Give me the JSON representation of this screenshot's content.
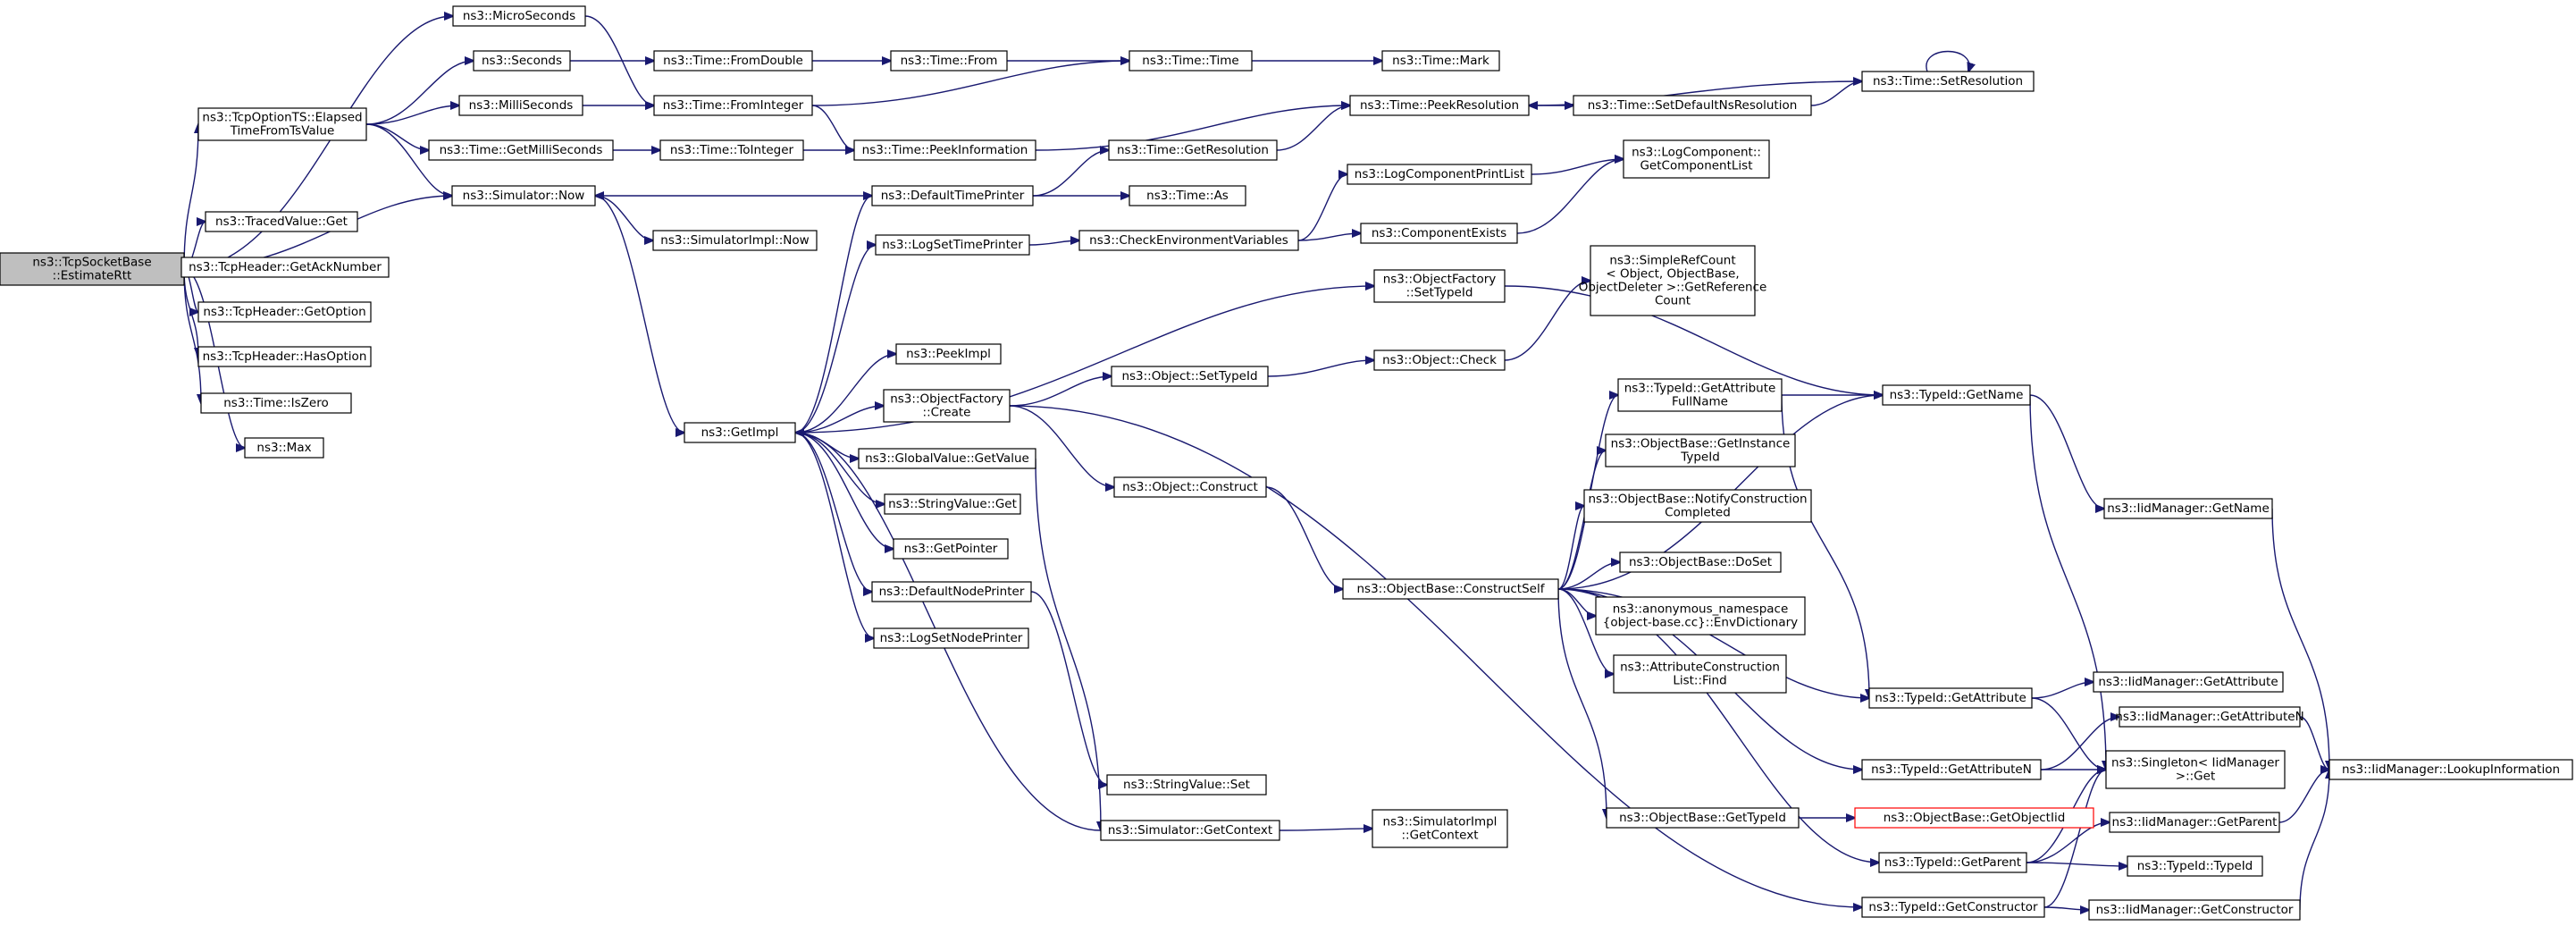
{
  "colors": {
    "edge": "#191970",
    "root_fill": "#bfbfbf",
    "node_fill": "#ffffff",
    "node_border": "#000000",
    "truncated_border": "#ff0000"
  },
  "nodes": {
    "root": [
      "ns3::TcpSocketBase",
      "::EstimateRtt"
    ],
    "micro": [
      "ns3::MicroSeconds"
    ],
    "seconds": [
      "ns3::Seconds"
    ],
    "fromdouble": [
      "ns3::Time::FromDouble"
    ],
    "from": [
      "ns3::Time::From"
    ],
    "timetime": [
      "ns3::Time::Time"
    ],
    "mark": [
      "ns3::Time::Mark"
    ],
    "setres": [
      "ns3::Time::SetResolution"
    ],
    "tcpopt": [
      "ns3::TcpOptionTS::Elapsed",
      "TimeFromTsValue"
    ],
    "milli": [
      "ns3::MilliSeconds"
    ],
    "fromint": [
      "ns3::Time::FromInteger"
    ],
    "peekres": [
      "ns3::Time::PeekResolution"
    ],
    "setdefres": [
      "ns3::Time::SetDefaultNsResolution"
    ],
    "getms": [
      "ns3::Time::GetMilliSeconds"
    ],
    "toint": [
      "ns3::Time::ToInteger"
    ],
    "peekinfo": [
      "ns3::Time::PeekInformation"
    ],
    "getres": [
      "ns3::Time::GetResolution"
    ],
    "logprint": [
      "ns3::LogComponentPrintList"
    ],
    "logcomp": [
      "ns3::LogComponent::",
      "GetComponentList"
    ],
    "now": [
      "ns3::Simulator::Now"
    ],
    "dtp": [
      "ns3::DefaultTimePrinter"
    ],
    "timeas": [
      "ns3::Time::As"
    ],
    "tracedget": [
      "ns3::TracedValue::Get"
    ],
    "compexists": [
      "ns3::ComponentExists"
    ],
    "getack": [
      "ns3::TcpHeader::GetAckNumber"
    ],
    "implnow": [
      "ns3::SimulatorImpl::Now"
    ],
    "logtp": [
      "ns3::LogSetTimePrinter"
    ],
    "checkenv": [
      "ns3::CheckEnvironmentVariables"
    ],
    "getopt": [
      "ns3::TcpHeader::GetOption"
    ],
    "ofsettid": [
      "ns3::ObjectFactory",
      "::SetTypeId"
    ],
    "refcount": [
      "ns3::SimpleRefCount",
      "< Object, ObjectBase,",
      "ObjectDeleter >::GetReference",
      "Count"
    ],
    "hasopt": [
      "ns3::TcpHeader::HasOption"
    ],
    "peekimpl": [
      "ns3::PeekImpl"
    ],
    "objcheck": [
      "ns3::Object::Check"
    ],
    "iszero": [
      "ns3::Time::IsZero"
    ],
    "ofcreate": [
      "ns3::ObjectFactory",
      "::Create"
    ],
    "objsettid": [
      "ns3::Object::SetTypeId"
    ],
    "attrfull": [
      "ns3::TypeId::GetAttribute",
      "FullName"
    ],
    "tidgetname": [
      "ns3::TypeId::GetName"
    ],
    "max": [
      "ns3::Max"
    ],
    "getimpl": [
      "ns3::GetImpl"
    ],
    "gvget": [
      "ns3::GlobalValue::GetValue"
    ],
    "obgetinst": [
      "ns3::ObjectBase::GetInstance",
      "TypeId"
    ],
    "svget": [
      "ns3::StringValue::Get"
    ],
    "objconstruct": [
      "ns3::Object::Construct"
    ],
    "notify": [
      "ns3::ObjectBase::NotifyConstruction",
      "Completed"
    ],
    "iidgetname": [
      "ns3::IidManager::GetName"
    ],
    "getptr": [
      "ns3::GetPointer"
    ],
    "doset": [
      "ns3::ObjectBase::DoSet"
    ],
    "dnp": [
      "ns3::DefaultNodePrinter"
    ],
    "construct": [
      "ns3::ObjectBase::ConstructSelf"
    ],
    "envdict": [
      "ns3::anonymous_namespace",
      "{object-base.cc}::EnvDictionary"
    ],
    "lnp": [
      "ns3::LogSetNodePrinter"
    ],
    "acfind": [
      "ns3::AttributeConstruction",
      "List::Find"
    ],
    "iidgetattr": [
      "ns3::IidManager::GetAttribute"
    ],
    "tidgetattr": [
      "ns3::TypeId::GetAttribute"
    ],
    "iidgetattrn": [
      "ns3::IidManager::GetAttributeN"
    ],
    "tidgetattrn": [
      "ns3::TypeId::GetAttributeN"
    ],
    "singleton": [
      "ns3::Singleton< IidManager",
      ">::Get"
    ],
    "lookup": [
      "ns3::IidManager::LookupInformation"
    ],
    "svset": [
      "ns3::StringValue::Set"
    ],
    "obgettid": [
      "ns3::ObjectBase::GetTypeId"
    ],
    "getobjiid": [
      "ns3::ObjectBase::GetObjectIid"
    ],
    "iidgetparent": [
      "ns3::IidManager::GetParent"
    ],
    "simctx": [
      "ns3::Simulator::GetContext"
    ],
    "implctx": [
      "ns3::SimulatorImpl",
      "::GetContext"
    ],
    "tidgetparent": [
      "ns3::TypeId::GetParent"
    ],
    "tidtid": [
      "ns3::TypeId::TypeId"
    ],
    "tidgetctor": [
      "ns3::TypeId::GetConstructor"
    ],
    "iidgetctor": [
      "ns3::IidManager::GetConstructor"
    ]
  },
  "edges": [
    [
      "root",
      "micro"
    ],
    [
      "root",
      "tcpopt"
    ],
    [
      "root",
      "now"
    ],
    [
      "root",
      "tracedget"
    ],
    [
      "root",
      "getack"
    ],
    [
      "root",
      "getopt"
    ],
    [
      "root",
      "hasopt"
    ],
    [
      "root",
      "iszero"
    ],
    [
      "root",
      "max"
    ],
    [
      "micro",
      "fromint"
    ],
    [
      "seconds",
      "fromdouble"
    ],
    [
      "fromdouble",
      "from"
    ],
    [
      "from",
      "timetime"
    ],
    [
      "timetime",
      "mark"
    ],
    [
      "fromint",
      "timetime"
    ],
    [
      "fromint",
      "peekinfo"
    ],
    [
      "tcpopt",
      "seconds"
    ],
    [
      "tcpopt",
      "milli"
    ],
    [
      "tcpopt",
      "getms"
    ],
    [
      "tcpopt",
      "now"
    ],
    [
      "milli",
      "fromint"
    ],
    [
      "getms",
      "toint"
    ],
    [
      "toint",
      "peekinfo"
    ],
    [
      "peekinfo",
      "peekres"
    ],
    [
      "peekres",
      "setdefres"
    ],
    [
      "setdefres",
      "setres"
    ],
    [
      "setres",
      "setres"
    ],
    [
      "setres",
      "peekres"
    ],
    [
      "getres",
      "peekres"
    ],
    [
      "now",
      "implnow"
    ],
    [
      "now",
      "getimpl"
    ],
    [
      "dtp",
      "now"
    ],
    [
      "dtp",
      "getres"
    ],
    [
      "dtp",
      "timeas"
    ],
    [
      "logprint",
      "logcomp"
    ],
    [
      "compexists",
      "logcomp"
    ],
    [
      "checkenv",
      "logprint"
    ],
    [
      "checkenv",
      "compexists"
    ],
    [
      "logtp",
      "checkenv"
    ],
    [
      "getimpl",
      "dtp"
    ],
    [
      "getimpl",
      "logtp"
    ],
    [
      "getimpl",
      "ofsettid"
    ],
    [
      "getimpl",
      "peekimpl"
    ],
    [
      "getimpl",
      "ofcreate"
    ],
    [
      "getimpl",
      "gvget"
    ],
    [
      "getimpl",
      "svget"
    ],
    [
      "getimpl",
      "getptr"
    ],
    [
      "getimpl",
      "dnp"
    ],
    [
      "getimpl",
      "lnp"
    ],
    [
      "simctx",
      "getimpl"
    ],
    [
      "simctx",
      "implctx"
    ],
    [
      "ofsettid",
      "tidgetname"
    ],
    [
      "ofcreate",
      "objsettid"
    ],
    [
      "ofcreate",
      "objconstruct"
    ],
    [
      "ofcreate",
      "tidgetctor"
    ],
    [
      "objsettid",
      "objcheck"
    ],
    [
      "objcheck",
      "refcount"
    ],
    [
      "objconstruct",
      "construct"
    ],
    [
      "gvget",
      "simctx"
    ],
    [
      "dnp",
      "svset"
    ],
    [
      "construct",
      "tidgetname"
    ],
    [
      "construct",
      "attrfull"
    ],
    [
      "construct",
      "obgetinst"
    ],
    [
      "construct",
      "notify"
    ],
    [
      "construct",
      "doset"
    ],
    [
      "construct",
      "envdict"
    ],
    [
      "construct",
      "acfind"
    ],
    [
      "construct",
      "tidgetattr"
    ],
    [
      "construct",
      "tidgetattrn"
    ],
    [
      "construct",
      "obgettid"
    ],
    [
      "construct",
      "tidgetparent"
    ],
    [
      "attrfull",
      "tidgetname"
    ],
    [
      "attrfull",
      "tidgetattr"
    ],
    [
      "tidgetname",
      "iidgetname"
    ],
    [
      "tidgetname",
      "singleton"
    ],
    [
      "iidgetname",
      "lookup"
    ],
    [
      "tidgetattr",
      "iidgetattr"
    ],
    [
      "tidgetattr",
      "singleton"
    ],
    [
      "tidgetattrn",
      "iidgetattrn"
    ],
    [
      "tidgetattrn",
      "singleton"
    ],
    [
      "iidgetattrn",
      "lookup"
    ],
    [
      "obgettid",
      "getobjiid"
    ],
    [
      "tidgetparent",
      "iidgetparent"
    ],
    [
      "tidgetparent",
      "tidtid"
    ],
    [
      "tidgetparent",
      "singleton"
    ],
    [
      "iidgetparent",
      "lookup"
    ],
    [
      "tidgetctor",
      "iidgetctor"
    ],
    [
      "tidgetctor",
      "singleton"
    ],
    [
      "iidgetctor",
      "lookup"
    ]
  ]
}
